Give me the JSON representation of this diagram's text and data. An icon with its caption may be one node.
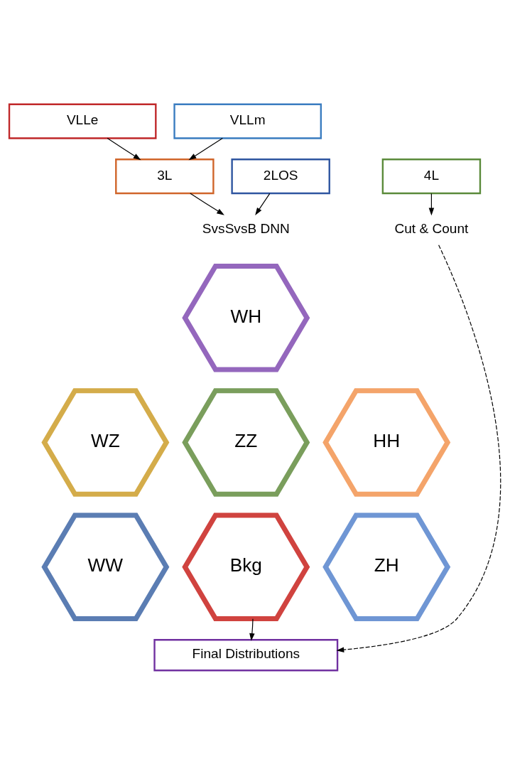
{
  "diagram": {
    "nodes": [
      {
        "text": [
          "VLLe"
        ]
      },
      {
        "text": [
          "VLLm"
        ]
      },
      {
        "text": [
          "2LOS"
        ]
      },
      {
        "text": [
          "3L"
        ]
      },
      {
        "text": [
          "4L"
        ]
      },
      {
        "text": [
          "SvsSvsB DNN"
        ]
      },
      {
        "text": [
          "Cut & Count"
        ]
      },
      {
        "text": [
          "WH"
        ]
      },
      {
        "text": [
          "WZ"
        ]
      },
      {
        "text": [
          "HH"
        ]
      },
      {
        "text": [
          "ZZ"
        ]
      },
      {
        "text": [
          "WW"
        ]
      },
      {
        "text": [
          "ZH"
        ]
      },
      {
        "text": [
          "Bkg"
        ]
      },
      {
        "text": [
          "Final Distributions"
        ]
      }
    ],
    "edges": [
      {
        "from": 0,
        "to": 3,
        "arrow": "to"
      },
      {
        "from": 1,
        "to": 3,
        "arrow": "to"
      },
      {
        "from": 2,
        "to": 5,
        "arrow": "to"
      },
      {
        "from": 3,
        "to": 5,
        "arrow": "to"
      },
      {
        "from": 4,
        "to": 6,
        "arrow": "to"
      },
      {
        "from": 13,
        "to": 14,
        "arrow": "to"
      },
      {
        "from": 6,
        "to": 14,
        "arrow": "to",
        "style": "dashed"
      }
    ]
  }
}
